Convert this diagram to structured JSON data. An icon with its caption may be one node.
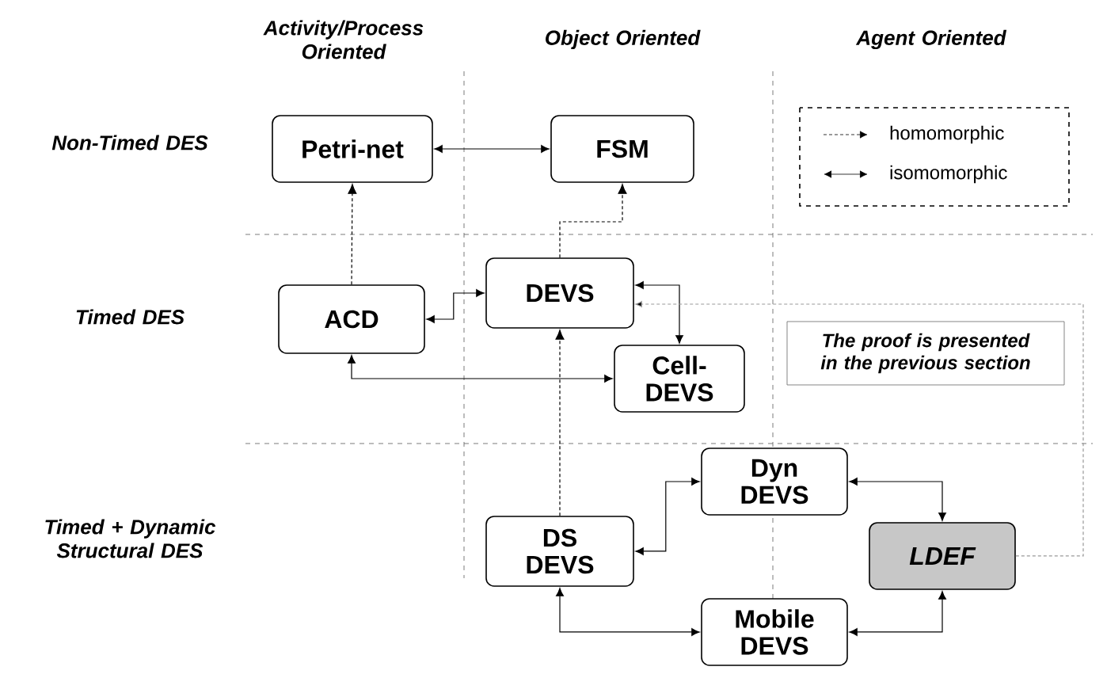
{
  "diagram": {
    "nodes": [
      {
        "text": [
          "Petri-net"
        ]
      },
      {
        "text": [
          "FSM"
        ]
      },
      {
        "text": [
          "ACD"
        ]
      },
      {
        "text": [
          "DEVS"
        ]
      },
      {
        "text": [
          "Cell- DEVS"
        ]
      },
      {
        "text": [
          "The proof is presented in the previous section"
        ]
      },
      {
        "text": [
          "Dyn DEVS"
        ]
      },
      {
        "text": [
          "DS DEVS"
        ]
      },
      {
        "text": [
          "LDEF"
        ]
      },
      {
        "text": [
          "Mobile DEVS"
        ]
      }
    ],
    "edges": [
      {
        "from": 0,
        "to": 1,
        "arrow": "both"
      },
      {
        "from": 2,
        "to": 0,
        "arrow": "to",
        "style": "dashed"
      },
      {
        "from": 3,
        "to": 1,
        "arrow": "to",
        "style": "dashed"
      },
      {
        "from": 2,
        "to": 3,
        "arrow": "both"
      },
      {
        "from": 3,
        "to": 4,
        "arrow": "both"
      },
      {
        "from": 2,
        "to": 4,
        "arrow": "both"
      },
      {
        "from": 7,
        "to": 3,
        "arrow": "to",
        "style": "dashed"
      },
      {
        "from": 8,
        "to": 3,
        "arrow": "to",
        "style": "dashed",
        "color": "#999999"
      },
      {
        "from": 7,
        "to": 6,
        "arrow": "both"
      },
      {
        "from": 7,
        "to": 9,
        "arrow": "both"
      },
      {
        "from": 6,
        "to": 8,
        "arrow": "both"
      },
      {
        "from": 9,
        "to": 8,
        "arrow": "both"
      }
    ],
    "labels": [
      "Activity/Process Oriented",
      "Object Oriented",
      "Agent Oriented",
      "Non-Timed DES",
      "Timed DES",
      "Timed + Dynamic Structural DES"
    ],
    "legend": [
      {
        "text": "homomorphic"
      },
      {
        "text": "isomomorphic"
      }
    ]
  }
}
